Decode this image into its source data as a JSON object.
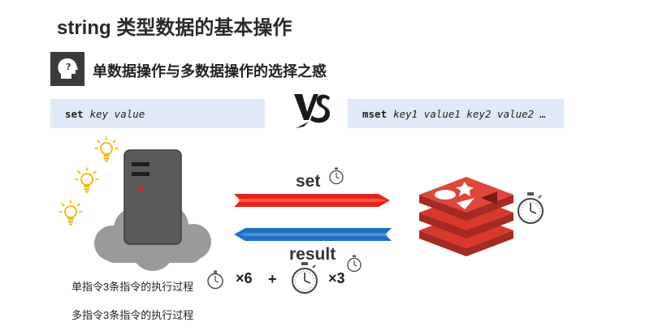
{
  "header": {
    "title": "string 类型数据的基本操作",
    "subtitle": "单数据操作与多数据操作的选择之惑"
  },
  "commands": {
    "single": {
      "keyword": "set",
      "args": "key value"
    },
    "multi": {
      "keyword": "mset",
      "args": "key1 value1 key2 value2 …"
    }
  },
  "vs_text": "VS",
  "diagram": {
    "request_label": "set",
    "response_label": "result",
    "request_color": "#e8231a",
    "response_color": "#1f6fc1",
    "redis_color": "#d9382c"
  },
  "notes": {
    "single_process": "单指令3条指令的执行过程",
    "multi_process": "多指令3条指令的执行过程"
  },
  "multipliers": {
    "small_watch": "×6",
    "plus": "+",
    "big_watch": "×3"
  },
  "icons": [
    "thinking-head-icon",
    "vs-icon",
    "lightbulb-icon",
    "server-icon",
    "cloud-icon",
    "stopwatch-icon",
    "redis-logo"
  ]
}
